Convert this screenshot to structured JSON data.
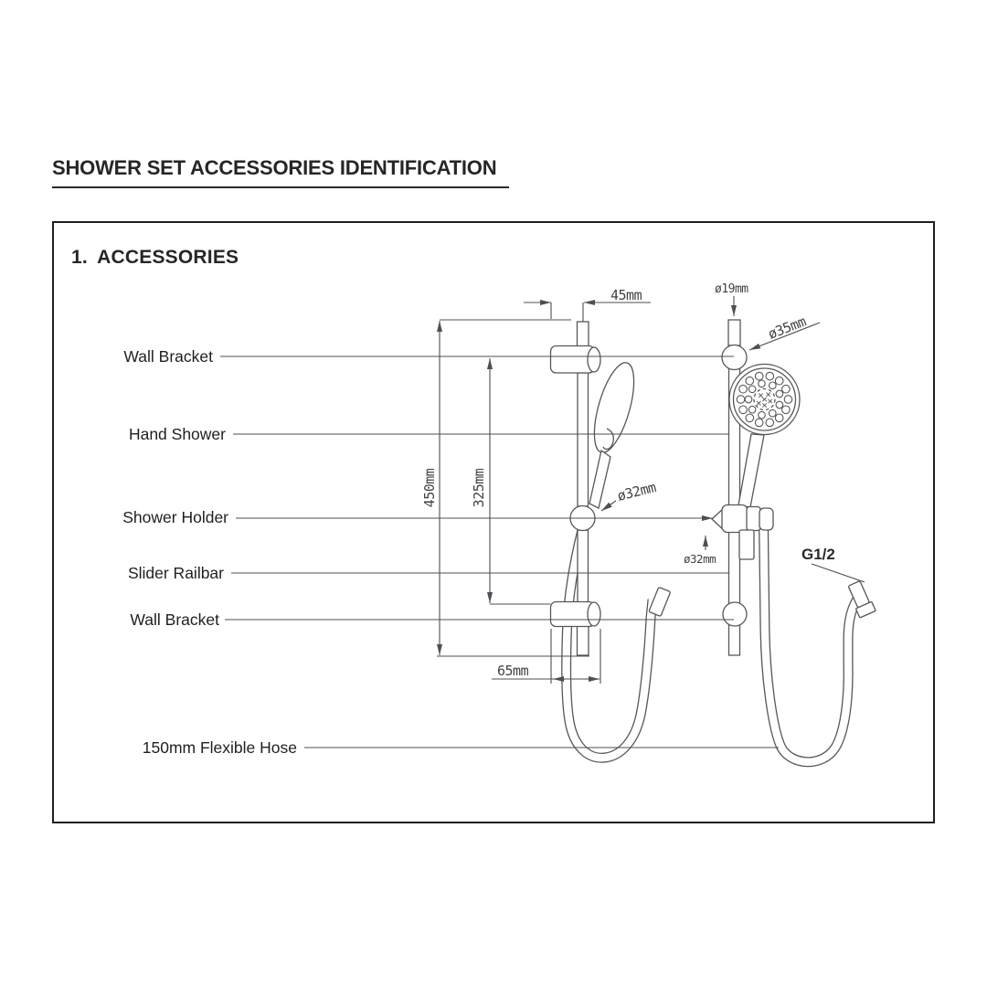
{
  "page": {
    "title": "SHOWER SET ACCESSORIES IDENTIFICATION",
    "section": "1. ACCESSORIES"
  },
  "callouts": {
    "wall_bracket_top": "Wall Bracket",
    "hand_shower": "Hand Shower",
    "shower_holder": "Shower Holder",
    "slider_railbar": "Slider Railbar",
    "wall_bracket_bottom": "Wall Bracket",
    "flexible_hose": "150mm Flexible Hose"
  },
  "dimensions": {
    "rail_top_offset": "45mm",
    "rail_diameter": "ø19mm",
    "wall_bracket_diameter": "ø35mm",
    "rail_length": "450mm",
    "bracket_distance": "325mm",
    "shower_holder_diameter": "ø32mm",
    "slider_diameter": "ø32mm",
    "bracket_width": "65mm",
    "hose_thread": "G1/2"
  }
}
